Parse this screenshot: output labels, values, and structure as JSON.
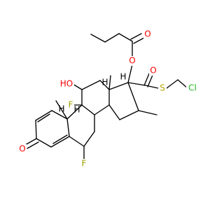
{
  "molecule": {
    "atom_labels": {
      "ester_o_carbonyl": "O",
      "ester_o": "O",
      "thioester_o": "O",
      "sulfur": "S",
      "chlorine": "Cl",
      "hydroxyl": "HO",
      "fluorine_9": "F",
      "fluorine_6": "F",
      "ketone_o": "O",
      "h_10": "H",
      "h_9": "H",
      "h_13": "H",
      "h_17": "H"
    },
    "colors": {
      "bond": "#000000",
      "oxygen": "#ff0000",
      "sulfur": "#b8a600",
      "chlorine": "#1fb81f",
      "fluorine": "#a0a000",
      "carbon_label": "#000000"
    }
  }
}
